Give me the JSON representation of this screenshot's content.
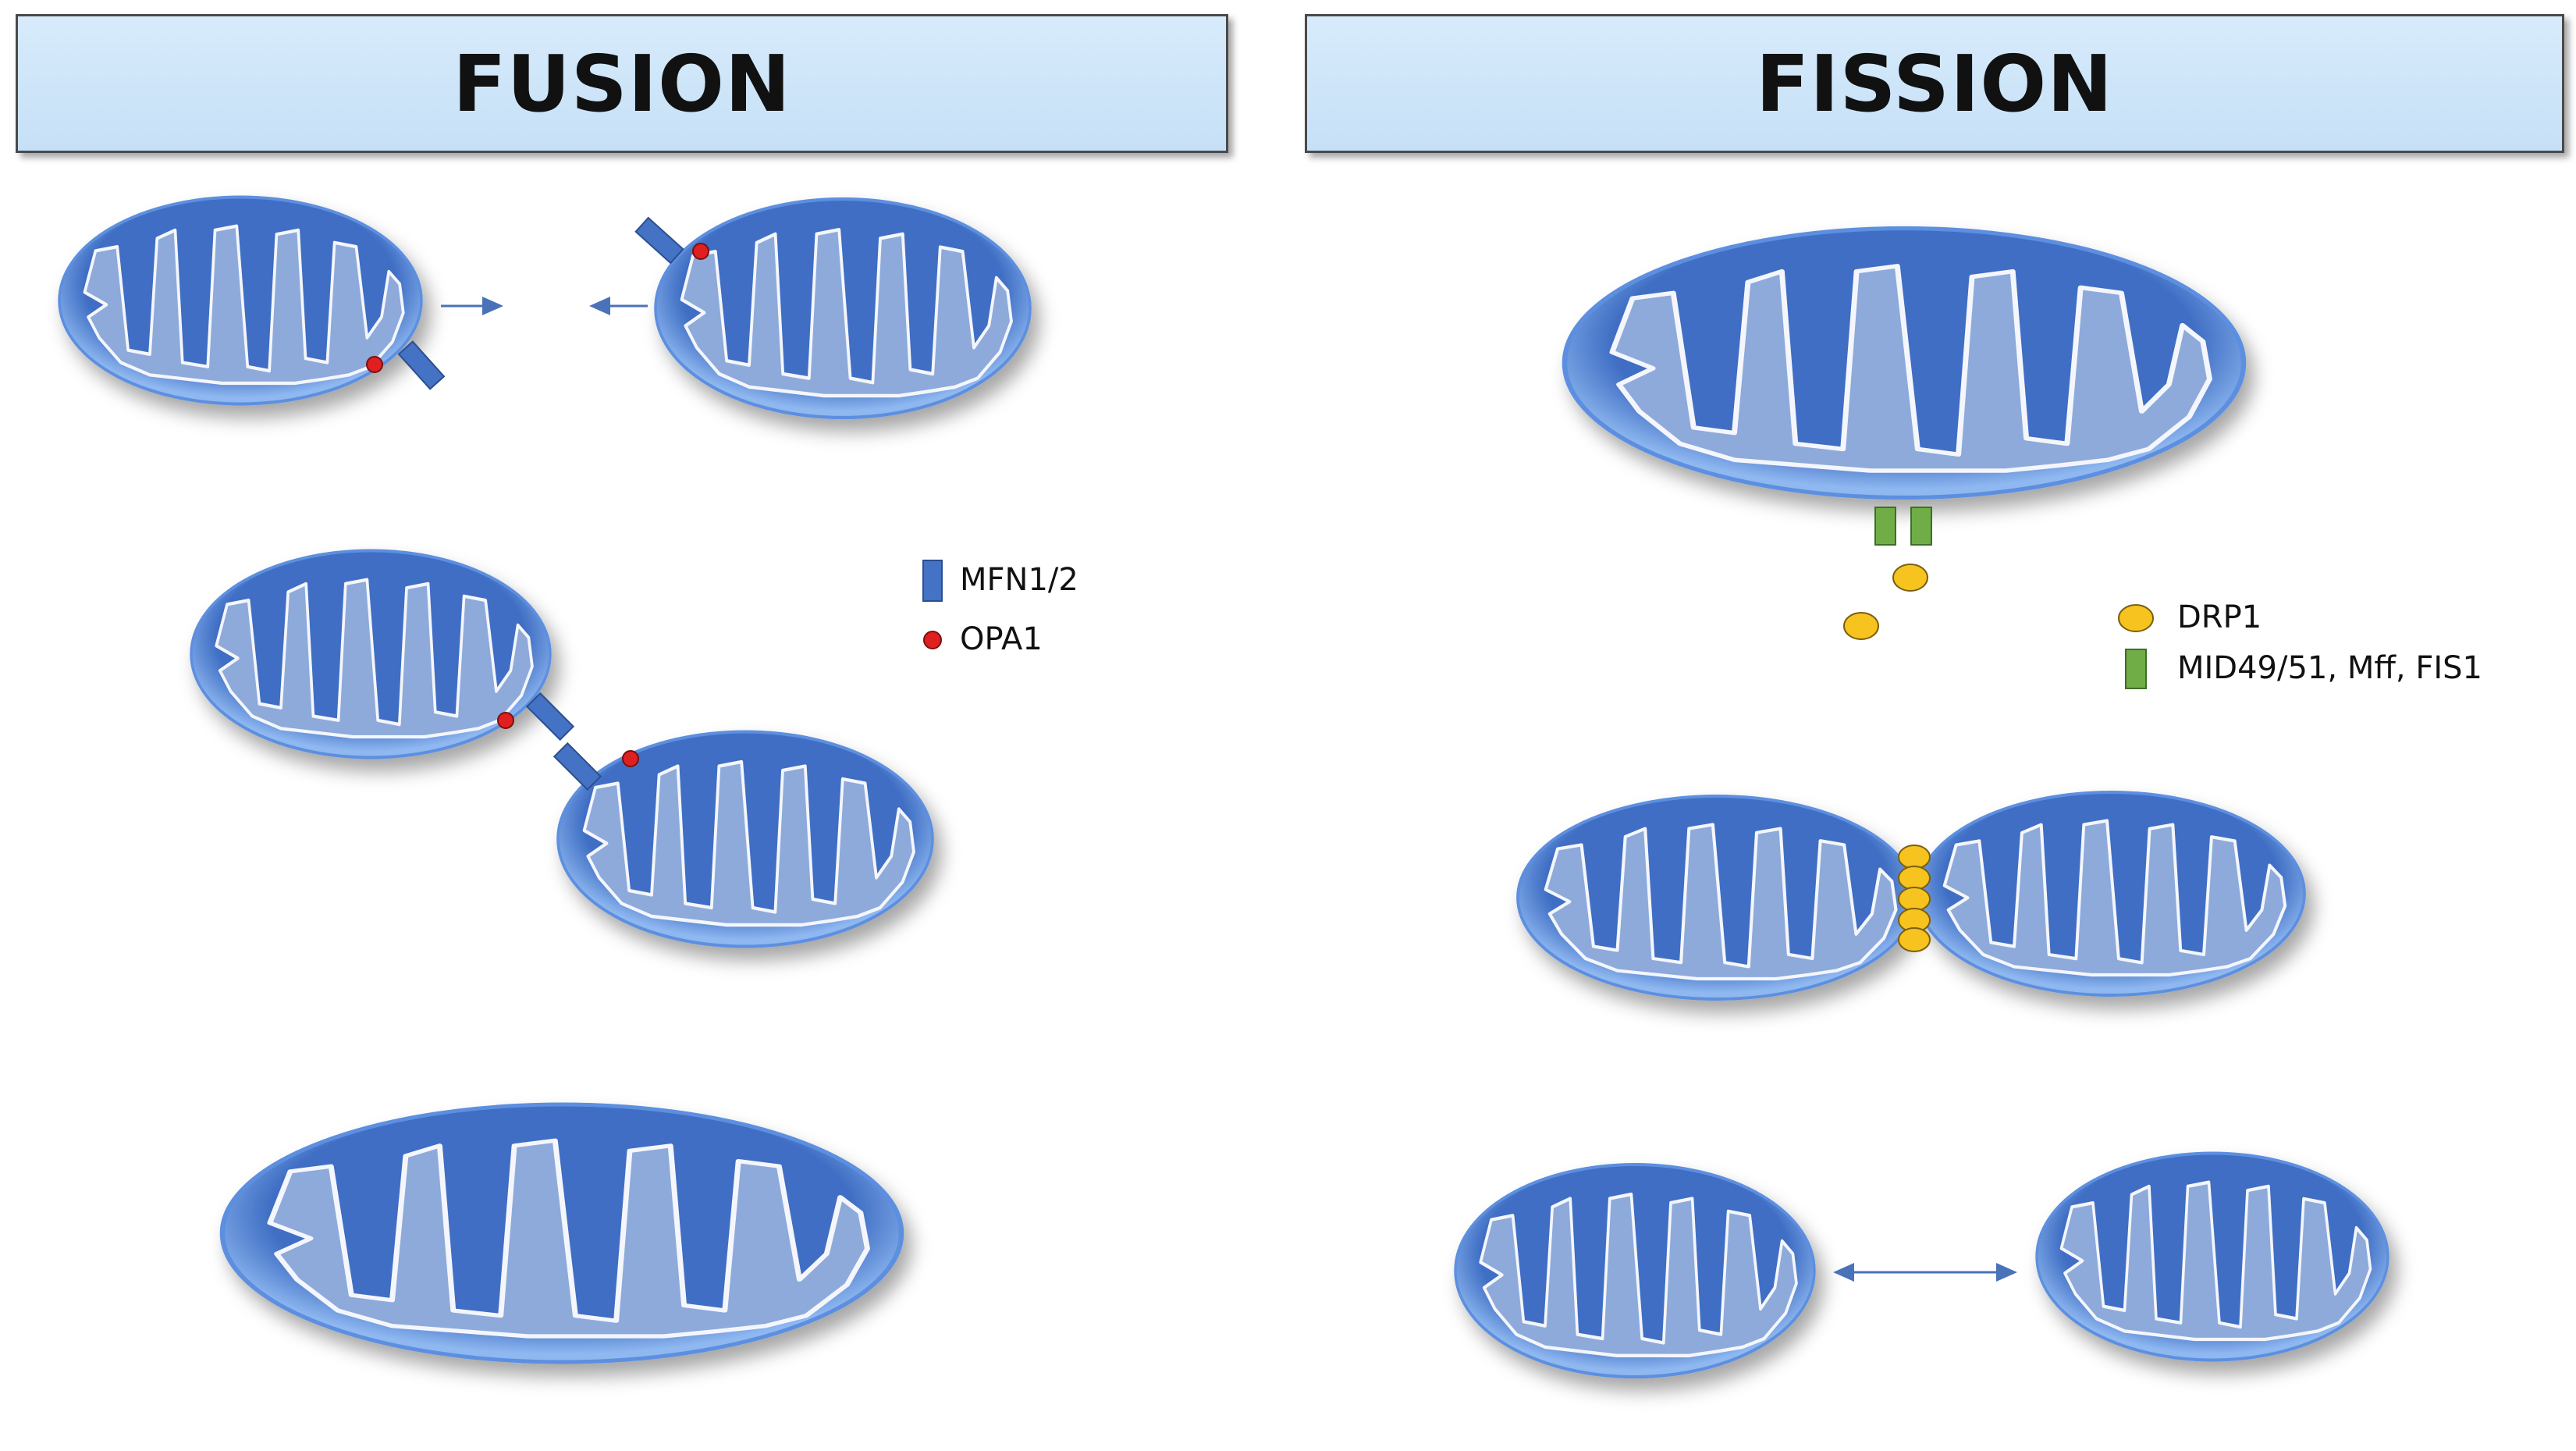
{
  "panels": {
    "fusion": {
      "title": "FUSION"
    },
    "fission": {
      "title": "FISSION"
    }
  },
  "legend_fusion": [
    {
      "label": "MFN1/2",
      "symbol": "blue-bar"
    },
    {
      "label": "OPA1",
      "symbol": "red-dot"
    }
  ],
  "legend_fission": [
    {
      "label": "DRP1",
      "symbol": "yellow-oval"
    },
    {
      "label": "MID49/51, Mff, FIS1",
      "symbol": "green-bar"
    }
  ],
  "colors": {
    "membrane": "#4477cc",
    "matrix": "#8eaadb",
    "mfn": "#4472c4",
    "opa1": "#e02020",
    "drp1": "#f7c31e",
    "receptor": "#70ad47",
    "arrow": "#4a72b8"
  }
}
